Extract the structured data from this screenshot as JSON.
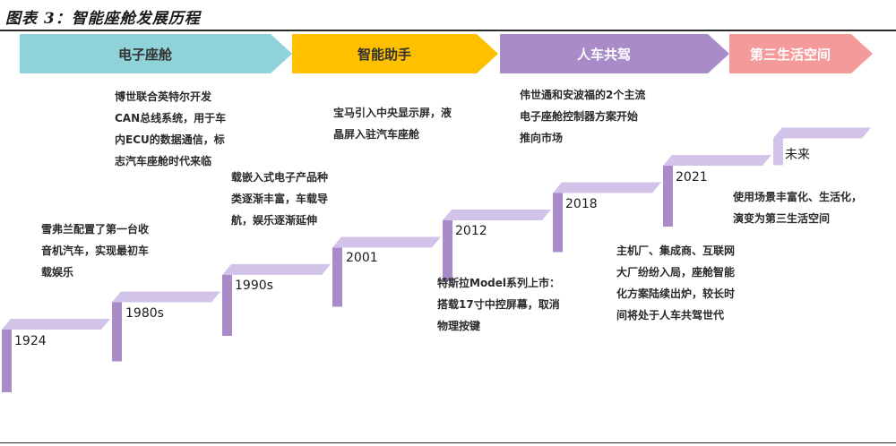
{
  "figure_title": "图表 3：智能座舱发展历程",
  "phases": [
    {
      "label": "电子座舱",
      "color": "#8fd3d9",
      "text_color": "#333333"
    },
    {
      "label": "智能助手",
      "color": "#ffc000",
      "text_color": "#333333"
    },
    {
      "label": "人车共驾",
      "color": "#a88bc8",
      "text_color": "#ffffff"
    },
    {
      "label": "第三生活空间",
      "color": "#f49a9a",
      "text_color": "#ffffff"
    }
  ],
  "milestones": [
    {
      "year": "1924",
      "note": [
        "雪弗兰配置了第一台收",
        "音机汽车，实现最初车",
        "载娱乐"
      ]
    },
    {
      "year": "1980s",
      "note": [
        "博世联合英特尔开发",
        "CAN总线系统，用于车",
        "内ECU的数据通信，标",
        "志汽车座舱时代来临"
      ]
    },
    {
      "year": "1990s",
      "note": [
        "载嵌入式电子产品种",
        "类逐渐丰富，车载导",
        "航，娱乐逐渐延伸"
      ]
    },
    {
      "year": "2001",
      "note": [
        "宝马引入中央显示屏，液",
        "晶屏入驻汽车座舱"
      ]
    },
    {
      "year": "2012",
      "note": [
        "特斯拉Model系列上市：",
        "搭载17寸中控屏幕，取消",
        "物理按键"
      ]
    },
    {
      "year": "2018",
      "note": [
        "伟世通和安波福的2个主流",
        "电子座舱控制器方案开始",
        "推向市场"
      ]
    },
    {
      "year": "2021",
      "note": [
        "主机厂、集成商、互联网",
        "大厂纷纷入局，座舱智能",
        "化方案陆续出炉，较长时",
        "间将处于人车共驾世代"
      ]
    },
    {
      "year": "未来",
      "note": [
        "使用场景丰富化、生活化，",
        "演变为第三生活空间"
      ]
    }
  ],
  "step_colors": {
    "light": "#d2c4e8",
    "dark": "#a88bc8"
  }
}
